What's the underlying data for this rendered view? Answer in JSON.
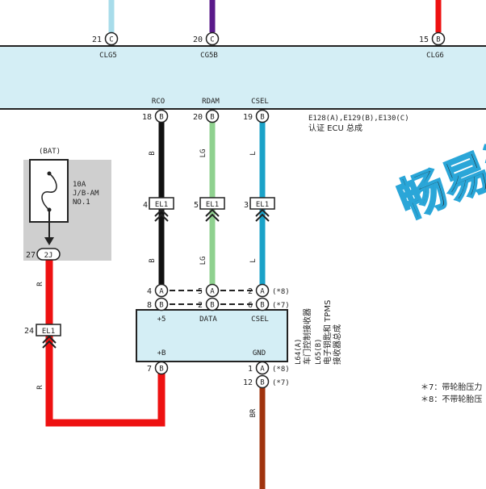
{
  "colors": {
    "ecu_fill": "#d4eef5",
    "receiver_fill": "#d4eef5",
    "fuse_bg": "#cfcfcf",
    "wire_black": "#111111",
    "wire_lg": "#8fd18f",
    "wire_blue": "#1aa2c8",
    "wire_red": "#ee1111",
    "wire_brown": "#a0330e",
    "wire_purple": "#5a1a8a",
    "wire_lightblue": "#a8dcea",
    "watermark": "#2aa6d8"
  },
  "top_pins": [
    {
      "num": "21",
      "letter": "C",
      "name": "CLG5"
    },
    {
      "num": "20",
      "letter": "C",
      "name": "CG5B"
    },
    {
      "num": "15",
      "letter": "B",
      "name": "CLG6"
    }
  ],
  "ecu": {
    "pins": [
      {
        "name": "RCO",
        "num": "18",
        "letter": "B"
      },
      {
        "name": "RDAM",
        "num": "20",
        "letter": "B"
      },
      {
        "name": "CSEL",
        "num": "19",
        "letter": "B"
      }
    ],
    "code": "E128(A),E129(B),E130(C)",
    "title": "认证 ECU 总成"
  },
  "wires": {
    "upper": [
      "B",
      "LG",
      "L"
    ],
    "lower": [
      "B",
      "LG",
      "L"
    ],
    "red_label": "R",
    "red_label2": "R",
    "bottom_label": "BR"
  },
  "splices": [
    {
      "num": "4",
      "name": "EL1"
    },
    {
      "num": "5",
      "name": "EL1"
    },
    {
      "num": "3",
      "name": "EL1"
    },
    {
      "num": "24",
      "name": "EL1"
    }
  ],
  "fuse": {
    "source": "(BAT)",
    "rating": "10A",
    "box": "J/B-AM",
    "no": "NO.1",
    "pin_num": "27",
    "pin_conn": "2J"
  },
  "receiver": {
    "top_row_a": [
      {
        "num": "4",
        "letter": "A"
      },
      {
        "num": "5",
        "letter": "A"
      },
      {
        "num": "2",
        "letter": "A"
      }
    ],
    "top_row_b": [
      {
        "num": "8",
        "letter": "B"
      },
      {
        "num": "2",
        "letter": "B"
      },
      {
        "num": "6",
        "letter": "B"
      }
    ],
    "note_a": "(*8)",
    "note_b": "(*7)",
    "labels": {
      "plus5": "+5",
      "data": "DATA",
      "csel": "CSEL",
      "plusb": "+B",
      "gnd": "GND"
    },
    "plusb_pin": {
      "num": "7",
      "letter": "B"
    },
    "gnd_pin_a": {
      "num": "1",
      "letter": "A",
      "note": "(*8)"
    },
    "gnd_pin_b": {
      "num": "12",
      "letter": "B",
      "note": "(*7)"
    },
    "caption1": "L64(A)",
    "caption2": "车门控制接收器",
    "caption3": "L65(B)",
    "caption4": "电子钥匙和 TPMS",
    "caption5": "接收器总成"
  },
  "notes": [
    "＊7：带轮胎压力",
    "＊8：不带轮胎压"
  ],
  "watermark": "畅易汽"
}
